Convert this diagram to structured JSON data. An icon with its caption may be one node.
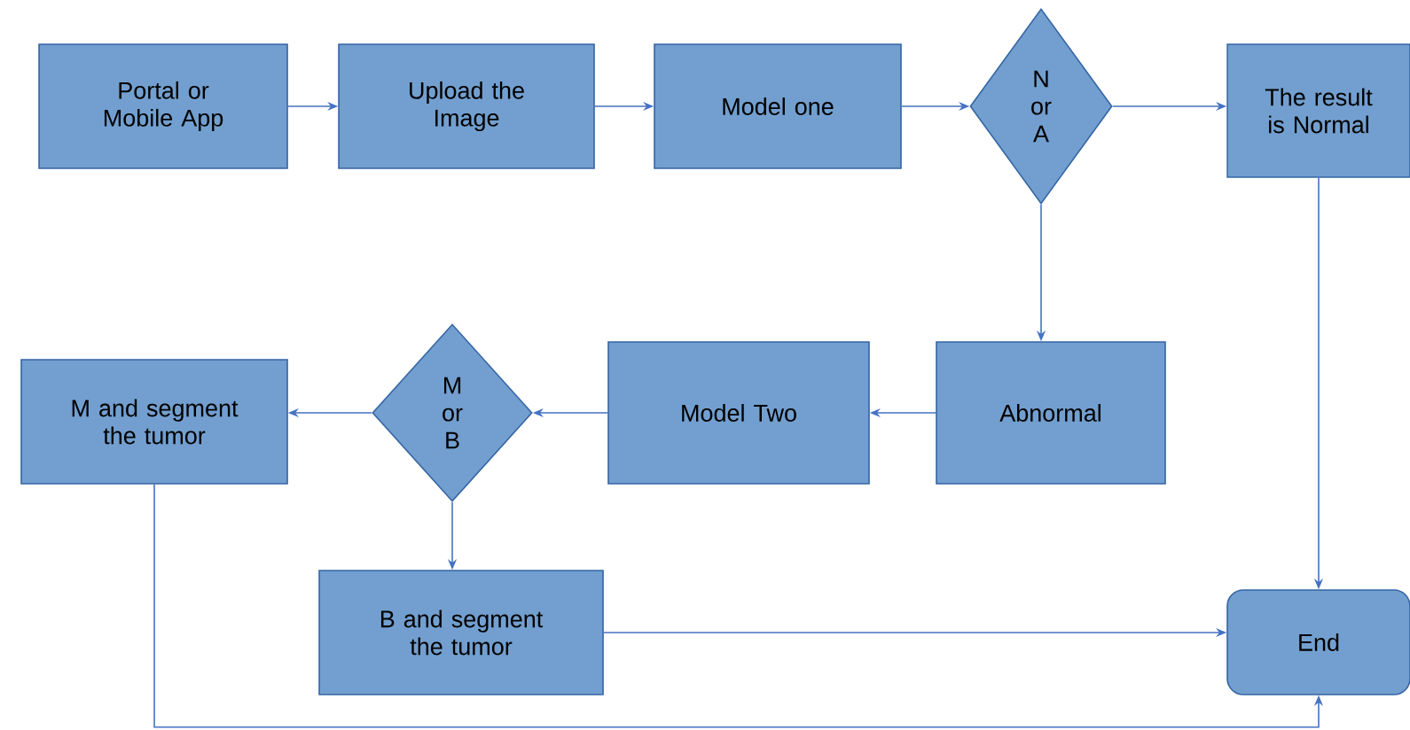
{
  "diagram": {
    "nodes": [
      {
        "text": [
          "Portal or Mobile App"
        ]
      },
      {
        "text": [
          "Upload the Image"
        ]
      },
      {
        "text": [
          "Model one"
        ]
      },
      {
        "text": [
          "N or A"
        ]
      },
      {
        "text": [
          "The result is Normal"
        ]
      },
      {
        "text": [
          "Abnormal"
        ]
      },
      {
        "text": [
          "Model Two"
        ]
      },
      {
        "text": [
          "M or B"
        ]
      },
      {
        "text": [
          "M and segment the tumor"
        ]
      },
      {
        "text": [
          "B and segment the tumor"
        ]
      },
      {
        "text": [
          "End"
        ]
      }
    ],
    "edges": [
      {
        "from": 0,
        "to": 1,
        "arrow": "to"
      },
      {
        "from": 1,
        "to": 2,
        "arrow": "to"
      },
      {
        "from": 2,
        "to": 3,
        "arrow": "to"
      },
      {
        "from": 3,
        "to": 4,
        "arrow": "to"
      },
      {
        "from": 3,
        "to": 5,
        "arrow": "to"
      },
      {
        "from": 5,
        "to": 6,
        "arrow": "to"
      },
      {
        "from": 6,
        "to": 7,
        "arrow": "to"
      },
      {
        "from": 7,
        "to": 8,
        "arrow": "to"
      },
      {
        "from": 7,
        "to": 9,
        "arrow": "to"
      },
      {
        "from": 4,
        "to": 10,
        "arrow": "to"
      },
      {
        "from": 9,
        "to": 10,
        "arrow": "to"
      },
      {
        "from": 8,
        "to": 10,
        "arrow": "to"
      }
    ]
  }
}
